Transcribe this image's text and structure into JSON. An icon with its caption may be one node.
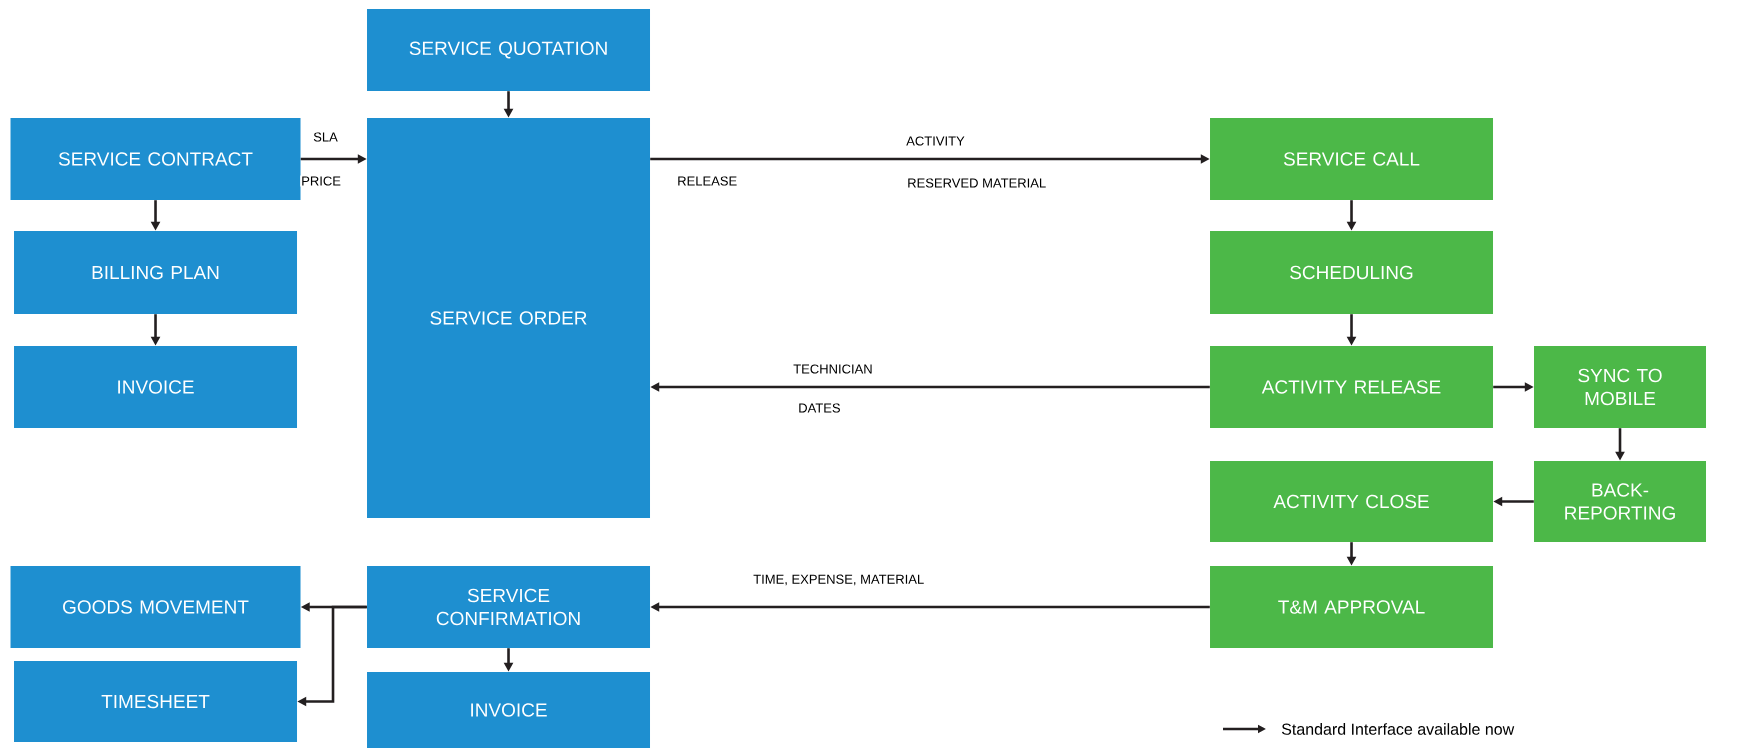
{
  "diagram": {
    "nodes": [
      {
        "text": [
          "SERVICE QUOTATION"
        ]
      },
      {
        "text": [
          "SERVICE CONTRACT"
        ]
      },
      {
        "text": [
          "BILLING PLAN"
        ]
      },
      {
        "text": [
          "INVOICE"
        ]
      },
      {
        "text": [
          "SERVICE ORDER"
        ]
      },
      {
        "text": [
          "SERVICE CALL"
        ]
      },
      {
        "text": [
          "SCHEDULING"
        ]
      },
      {
        "text": [
          "ACTIVITY RELEASE"
        ]
      },
      {
        "text": [
          "SYNC TO MOBILE"
        ]
      },
      {
        "text": [
          "ACTIVITY CLOSE"
        ]
      },
      {
        "text": [
          "BACK-REPORTING"
        ]
      },
      {
        "text": [
          "T&M APPROVAL"
        ]
      },
      {
        "text": [
          "SERVICE CONFIRMATION"
        ]
      },
      {
        "text": [
          "GOODS MOVEMENT"
        ]
      },
      {
        "text": [
          "TIMESHEET"
        ]
      },
      {
        "text": [
          "INVOICE"
        ]
      }
    ],
    "edges": [
      {
        "from": 0,
        "to": 4,
        "arrow": "to"
      },
      {
        "from": 1,
        "to": 4,
        "arrow": "to",
        "label": "SLA"
      },
      {
        "from": 1,
        "to": 2,
        "arrow": "to"
      },
      {
        "from": 2,
        "to": 3,
        "arrow": "to"
      },
      {
        "from": 4,
        "to": 5,
        "arrow": "to",
        "label": "ACTIVITY"
      },
      {
        "from": 5,
        "to": 6,
        "arrow": "to"
      },
      {
        "from": 6,
        "to": 7,
        "arrow": "to"
      },
      {
        "from": 7,
        "to": 4,
        "arrow": "to",
        "label": "TECHNICIAN"
      },
      {
        "from": 7,
        "to": 8,
        "arrow": "to"
      },
      {
        "from": 8,
        "to": 10,
        "arrow": "to"
      },
      {
        "from": 10,
        "to": 9,
        "arrow": "to"
      },
      {
        "from": 9,
        "to": 11,
        "arrow": "to"
      },
      {
        "from": 11,
        "to": 12,
        "arrow": "to",
        "label": "TIME, EXPENSE, MATERIAL"
      },
      {
        "from": 12,
        "to": 13,
        "arrow": "to"
      },
      {
        "from": 12,
        "to": 14,
        "arrow": "to"
      },
      {
        "from": 12,
        "to": 15,
        "arrow": "to"
      }
    ],
    "labels": [
      "PRICE",
      "RELEASE",
      "RESERVED MATERIAL",
      "DATES"
    ],
    "legend": [
      {
        "text": "Standard Interface available now"
      }
    ]
  }
}
